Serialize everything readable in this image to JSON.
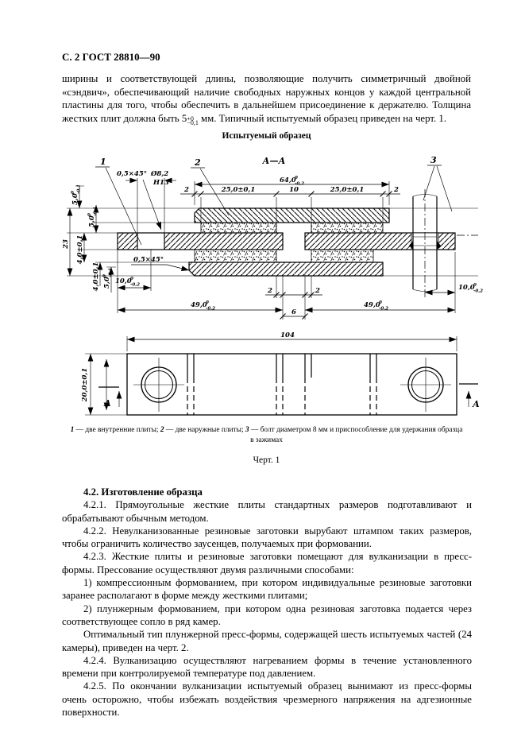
{
  "header": "С. 2 ГОСТ 28810—90",
  "intro": {
    "part1": "ширины и соответствующей длины, позволяющие получить симметричный двойной «сэндвич», обеспечивающий наличие свободных наружных концов у каждой центральной пластины для того, чтобы обеспечить в дальнейшем присоединение к держателю. Толщина жестких плит должна быть",
    "tol_main": "5",
    "tol_sup": "+0",
    "tol_sub": "−0,1",
    "part2": "мм. Типичный испытуемый образец приведен на черт.  1."
  },
  "figure_title": "Испытуемый образец",
  "fig": {
    "section_label": "А—А",
    "callout1": "1",
    "callout2": "2",
    "callout3": "3",
    "chamfer": "0,5×45°",
    "hole_d": "Ø8,2",
    "hole_fit": "Н13",
    "len64": {
      "main": "64,0",
      "sup": "0",
      "sub": "-0,2"
    },
    "two": "2",
    "len25": "25,0±0,1",
    "len10": "10",
    "t5": {
      "main": "5,0",
      "sup": "0",
      "sub": "-0,1"
    },
    "h23": "23",
    "t4": "4,0±0,1",
    "len10_0": {
      "main": "10,0",
      "sup": "0",
      "sub": "-0,2"
    },
    "len49": {
      "main": "49,0",
      "sup": "0",
      "sub": "-0,2"
    },
    "gap6": "6",
    "len104": "104",
    "w20": "20,0±0,1",
    "sec_a": "А"
  },
  "caption": {
    "n1": "1",
    "t1": " — две внутренние плиты; ",
    "n2": "2",
    "t2": " — две наружные плиты; ",
    "n3": "3",
    "t3": " — болт диаметром 8 мм и приспособление для удержания образца",
    "line2": "в зажимах"
  },
  "fig_label": "Черт. 1",
  "body": {
    "paras": [
      "4.2. Изготовление образца",
      "4.2.1. Прямоугольные жесткие плиты стандартных размеров подготавливают и обрабатывают обычным методом.",
      "4.2.2. Невулканизованные резиновые заготовки вырубают штампом таких размеров, чтобы ограничить количество заусенцев, получаемых при формовании.",
      "4.2.3. Жесткие плиты и резиновые заготовки помещают для вулканизации в пресс-формы. Прессование осуществляют двумя различными способами:",
      "1) компрессионным формованием, при котором индивидуальные резиновые заготовки заранее располагают в форме между жесткими плитами;",
      "2) плунжерным формованием, при котором одна резиновая заготовка подается через соответствующее сопло в ряд камер.",
      "Оптимальный тип плунжерной пресс-формы, содержащей шесть испытуемых частей (24 камеры), приведен на черт. 2.",
      "4.2.4. Вулканизацию осуществляют нагреванием формы в течение установленного времени при контролируемой температуре под давлением.",
      "4.2.5. По окончании вулканизации испытуемый образец вынимают из пресс-формы очень осторожно, чтобы избежать воздействия чрезмерного напряжения на адгезионные поверхности."
    ]
  }
}
